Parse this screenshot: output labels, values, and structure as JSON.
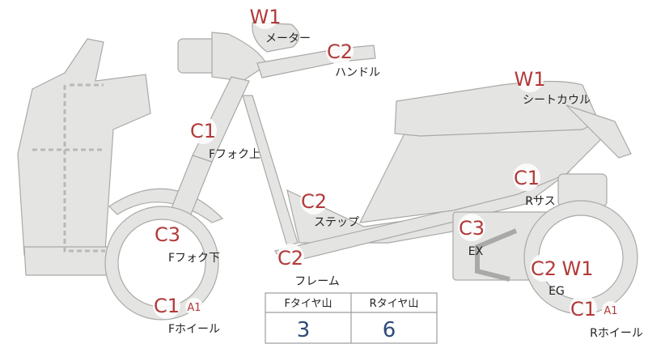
{
  "parts": {
    "meter": {
      "code": "W1",
      "label": "メーター"
    },
    "handle": {
      "code": "C2",
      "label": "ハンドル"
    },
    "seat_cowl": {
      "code": "W1",
      "label": "シートカウル"
    },
    "ffork_upper": {
      "code": "C1",
      "label": "Fフォク上"
    },
    "step": {
      "code": "C2",
      "label": "ステップ"
    },
    "rsus": {
      "code": "C1",
      "label": "Rサス"
    },
    "ex": {
      "code": "C3",
      "label": "EX"
    },
    "ffork_lower": {
      "code": "C3",
      "label": "Fフォク下"
    },
    "frame": {
      "code": "C2",
      "label": "フレーム"
    },
    "eg": {
      "code1": "C2",
      "code2": "W1",
      "label": "EG"
    },
    "fwheel": {
      "code": "C1",
      "sub": "A1",
      "label": "Fホイール"
    },
    "rwheel": {
      "code": "C1",
      "sub": "A1",
      "label": "Rホイール"
    }
  },
  "tire_table": {
    "headers": [
      "Fタイヤ山",
      "Rタイヤ山"
    ],
    "values": [
      "3",
      "6"
    ]
  },
  "colors": {
    "part_fill": "#e4e4e2",
    "part_stroke": "#a9a9a7",
    "code": "#b23a3a",
    "table_value": "#2d4a7a"
  }
}
